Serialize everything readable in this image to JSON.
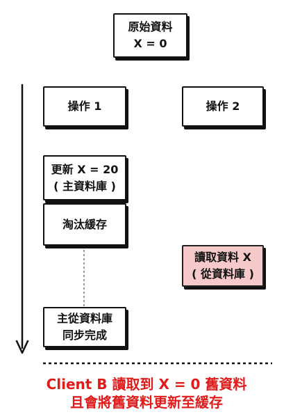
{
  "nodes": {
    "original": {
      "line1": "原始資料",
      "line2": "X = 0"
    },
    "op1": {
      "label": "操作 1"
    },
    "op2": {
      "label": "操作 2"
    },
    "update": {
      "line1": "更新 X = 20",
      "line2": "( 主資料庫 )"
    },
    "evict": {
      "label": "淘汰緩存"
    },
    "read": {
      "line1": "讀取資料 X",
      "line2": "( 從資料庫 )"
    },
    "sync": {
      "line1": "主從資料庫",
      "line2": "同步完成"
    }
  },
  "caption": {
    "line1": "Client B 讀取到 X = 0 舊資料",
    "line2": "且會將舊資料更新至緩存"
  },
  "colors": {
    "caption": "#e11a1a",
    "highlight_box": "#f6caca"
  }
}
